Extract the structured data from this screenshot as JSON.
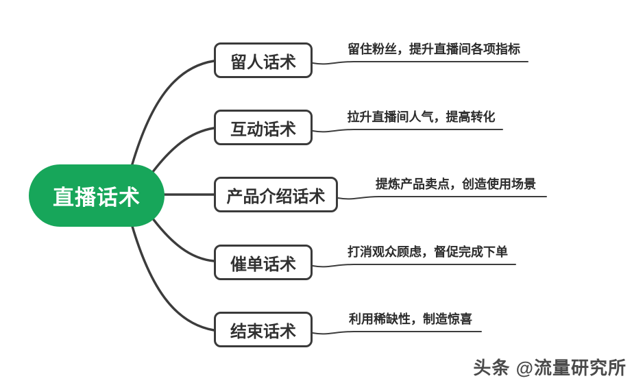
{
  "root": {
    "label": "直播话术"
  },
  "branches": [
    {
      "label": "留人话术",
      "note": "留住粉丝，提升直播间各项指标"
    },
    {
      "label": "互动话术",
      "note": "拉升直播间人气，提高转化"
    },
    {
      "label": "产品介绍话术",
      "note": "提炼产品卖点，创造使用场景"
    },
    {
      "label": "催单话术",
      "note": "打消观众顾虑，督促完成下单"
    },
    {
      "label": "结束话术",
      "note": "利用稀缺性，制造惊喜"
    }
  ],
  "watermark": {
    "text": "头条 @流量研究所"
  },
  "colors": {
    "background": "#FFFFFF",
    "root_green": "#17A65A",
    "root_text": "#FFFFFF",
    "line_dark": "#3C3C3C",
    "box_border": "#3A3A3A",
    "box_text": "#303030",
    "note_text": "#2B2B2B",
    "watermark_gray": "#4A4A4A"
  }
}
